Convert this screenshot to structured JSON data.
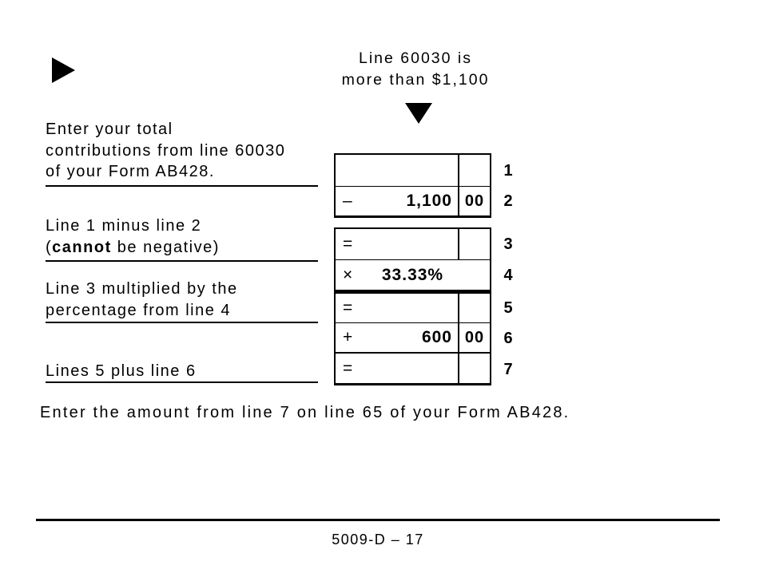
{
  "condition": {
    "line1": "Line 60030 is",
    "line2": "more than $1,100"
  },
  "labels": {
    "step1": {
      "line1": "Enter your total",
      "line2": "contributions from line 60030",
      "line3": "of your Form AB428."
    },
    "step2": {
      "line1": "Line 1 minus line 2",
      "line2_pre": "(",
      "line2_bold": "cannot",
      "line2_post": " be negative)"
    },
    "step3": {
      "line1": "Line 3 multiplied by the",
      "line2": "percentage from line 4"
    },
    "step4": {
      "line1": "Lines 5 plus line 6"
    }
  },
  "table": {
    "rows": [
      {
        "num": "1",
        "op": "",
        "amount": "",
        "cents": ""
      },
      {
        "num": "2",
        "op": "–",
        "amount": "1,100",
        "cents": "00"
      },
      {
        "num": "3",
        "op": "=",
        "amount": "",
        "cents": ""
      },
      {
        "num": "4",
        "op": "×",
        "amount": "33.33%",
        "cents": ""
      },
      {
        "num": "5",
        "op": "=",
        "amount": "",
        "cents": ""
      },
      {
        "num": "6",
        "op": "+",
        "amount": "600",
        "cents": "00"
      },
      {
        "num": "7",
        "op": "=",
        "amount": "",
        "cents": ""
      }
    ]
  },
  "instruction": "Enter the amount from line 7 on line 65 of your Form AB428.",
  "footer": {
    "page_number": "5009-D – 17"
  },
  "colors": {
    "ink": "#000000",
    "background": "#ffffff"
  }
}
